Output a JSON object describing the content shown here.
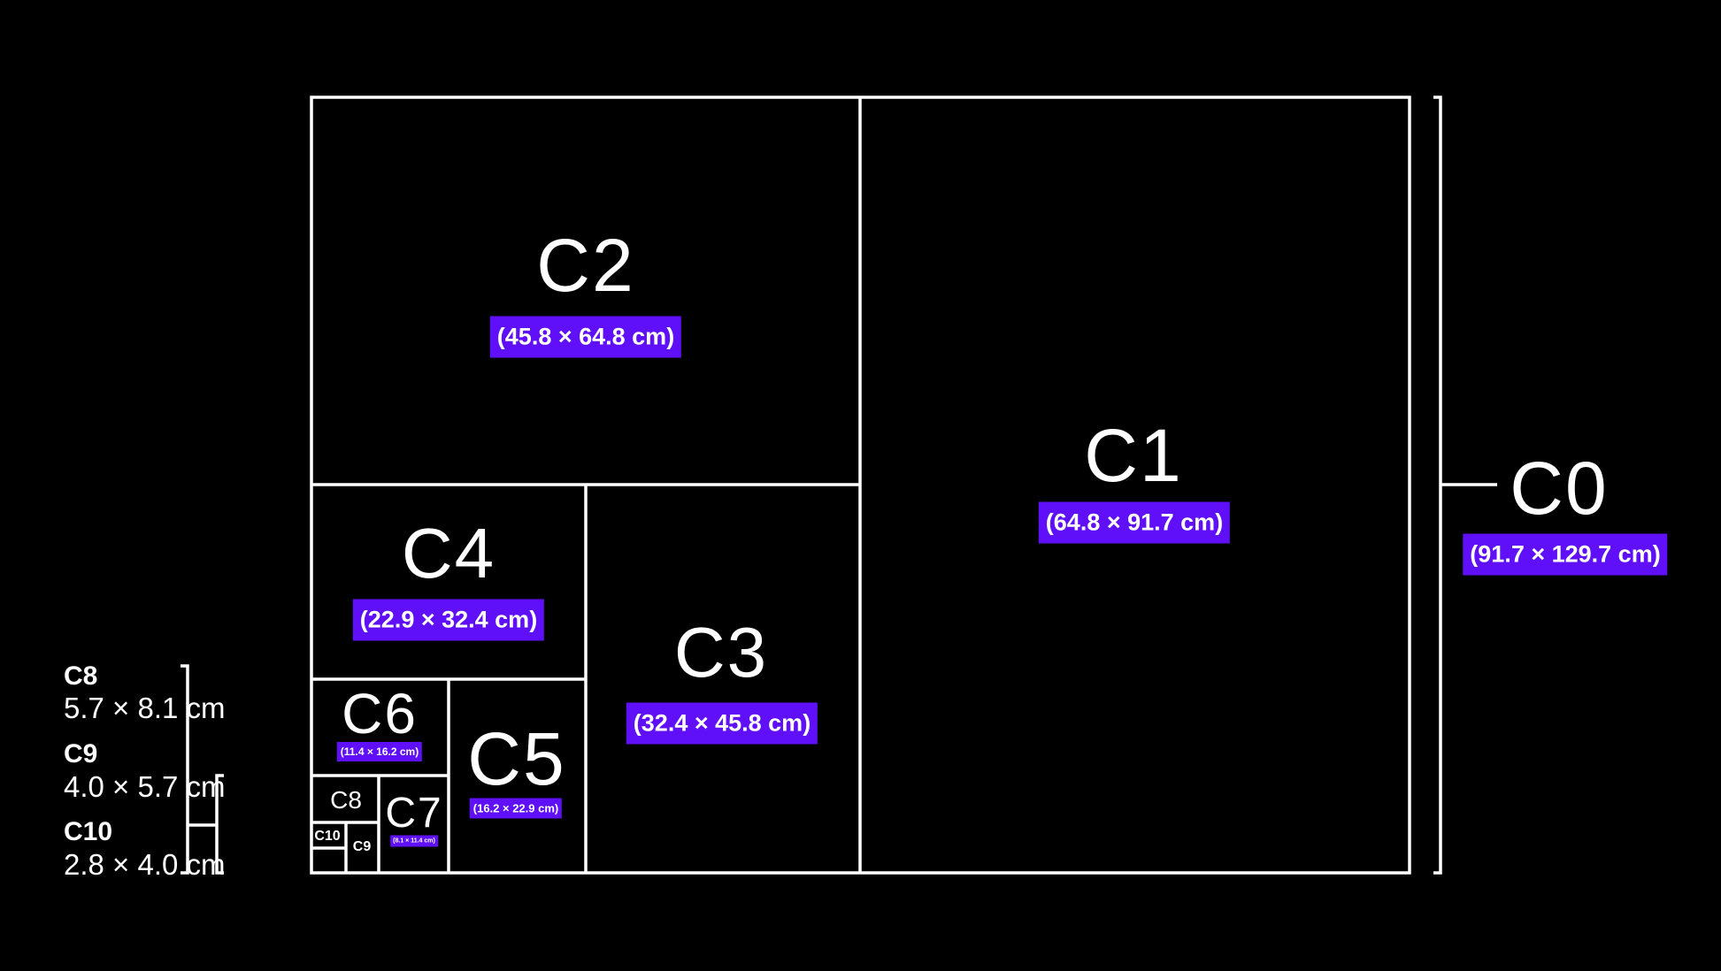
{
  "accent_color": "#6010f8",
  "sheets": {
    "c0": {
      "name": "C0",
      "size": "(91.7 × 129.7 cm)"
    },
    "c1": {
      "name": "C1",
      "size": "(64.8 × 91.7 cm)"
    },
    "c2": {
      "name": "C2",
      "size": "(45.8 × 64.8 cm)"
    },
    "c3": {
      "name": "C3",
      "size": "(32.4 × 45.8 cm)"
    },
    "c4": {
      "name": "C4",
      "size": "(22.9 × 32.4 cm)"
    },
    "c5": {
      "name": "C5",
      "size": "(16.2 × 22.9 cm)"
    },
    "c6": {
      "name": "C6",
      "size": "(11.4 × 16.2 cm)"
    },
    "c7": {
      "name": "C7",
      "size": "(8.1 × 11.4 cm)"
    },
    "c8": {
      "name": "C8"
    },
    "c9": {
      "name": "C9"
    },
    "c10": {
      "name": "C10"
    }
  },
  "legend": [
    {
      "name": "C8",
      "size": "5.7 × 8.1 cm"
    },
    {
      "name": "C9",
      "size": "4.0 × 5.7 cm"
    },
    {
      "name": "C10",
      "size": "2.8 × 4.0 cm"
    }
  ]
}
